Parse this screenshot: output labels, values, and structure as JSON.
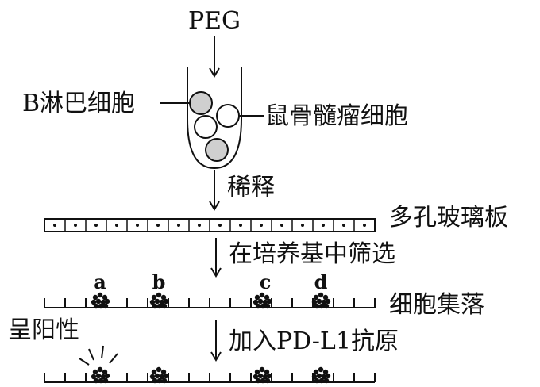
{
  "labels": {
    "peg": "PEG",
    "b_cell": "B淋巴细胞",
    "myeloma": "鼠骨髓瘤细胞",
    "dilute": "稀释",
    "plate": "多孔玻璃板",
    "screen": "在培养基中筛选",
    "colony": "细胞集落",
    "positive": "呈阳性",
    "add_antigen": "加入PD-L1抗原"
  },
  "wells": {
    "a": "a",
    "b": "b",
    "c": "c",
    "d": "d"
  },
  "colors": {
    "line": "#111111",
    "b_cell_fill": "#cfcfcf",
    "myeloma_fill": "#ffffff"
  }
}
